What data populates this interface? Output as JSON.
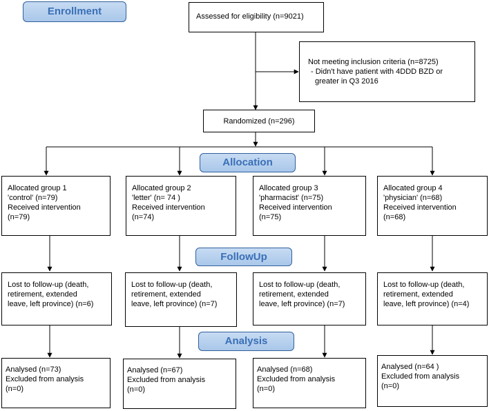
{
  "phases": {
    "enrollment": "Enrollment",
    "allocation": "Allocation",
    "followup": "FollowUp",
    "analysis": "Analysis"
  },
  "assessed": "Assessed for eligibility (n=9021)",
  "excluded": {
    "line1": "Not meeting inclusion criteria (n=8725)",
    "line2": "- Didn't have patient with 4DDD BZD or",
    "line3": "greater in Q3 2016"
  },
  "randomized": "Randomized (n=296)",
  "groups": [
    {
      "allocation": [
        "Allocated group 1",
        "'control' (n=79)",
        "Received intervention",
        "(n=79)"
      ],
      "followup": [
        "Lost to follow-up (death,",
        "retirement, extended",
        "leave, left province) (n=6)"
      ],
      "analysis": [
        "Analysed (n=73)",
        "Excluded from analysis",
        "(n=0)"
      ]
    },
    {
      "allocation": [
        "Allocated group 2",
        "'letter' (n= 74 )",
        "Received intervention",
        "(n=74)"
      ],
      "followup": [
        "Lost to follow-up (death,",
        "retirement, extended",
        "leave, left province) (n=7)"
      ],
      "analysis": [
        "Analysed (n=67)",
        "Excluded from analysis",
        "(n=0)"
      ]
    },
    {
      "allocation": [
        "Allocated group 3",
        "'pharmacist' (n=75)",
        "Received intervention",
        "(n=75)"
      ],
      "followup": [
        "Lost to follow-up (death,",
        "retirement, extended",
        "leave, left province) (n=7)"
      ],
      "analysis": [
        "Analysed (n=68)",
        "Excluded from analysis",
        "(n=0)"
      ]
    },
    {
      "allocation": [
        "Allocated group 4",
        "'physician' (n=68)",
        "Received intervention",
        "(n=68)"
      ],
      "followup": [
        "Lost to follow-up (death,",
        "retirement, extended",
        "leave, left province) (n=4)"
      ],
      "analysis": [
        "Analysed (n=64 )",
        "Excluded from analysis",
        "(n=0)"
      ]
    }
  ]
}
